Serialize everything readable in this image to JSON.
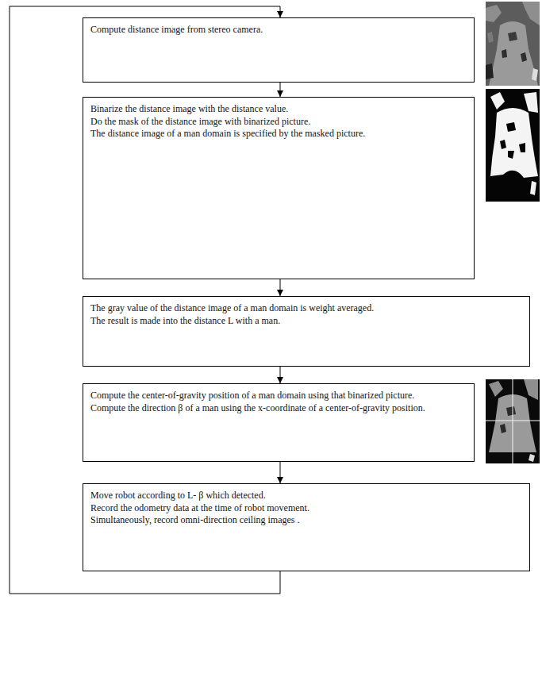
{
  "diagram": {
    "nodes": [
      {
        "text": [
          "Compute distance image from stereo camera."
        ]
      },
      {
        "text": [
          "Binarize the distance image with the distance value.",
          "Do the mask of the distance image with binarized picture.",
          "The distance image of a man domain is specified by the masked picture."
        ]
      },
      {
        "text": [
          "The gray value of the distance image of a man domain is weight averaged.",
          "The result is made into the distance L with a man."
        ]
      },
      {
        "text": [
          "Compute the center-of-gravity position of a man domain using that binarized picture.",
          "Compute the direction β of a man using the x-coordinate of a center-of-gravity position."
        ]
      },
      {
        "text": [
          "Move robot according to L- β which detected.",
          "Record the odometry data at the time of robot movement.",
          "Simultaneously, record omni-direction ceiling images ."
        ]
      }
    ],
    "edges": [
      {
        "from": 0,
        "to": 1,
        "arrow": "to"
      },
      {
        "from": 1,
        "to": 2,
        "arrow": "to"
      },
      {
        "from": 2,
        "to": 3,
        "arrow": "to"
      },
      {
        "from": 3,
        "to": 4,
        "arrow": "to"
      },
      {
        "from": 4,
        "to": 0,
        "arrow": "to"
      }
    ]
  }
}
